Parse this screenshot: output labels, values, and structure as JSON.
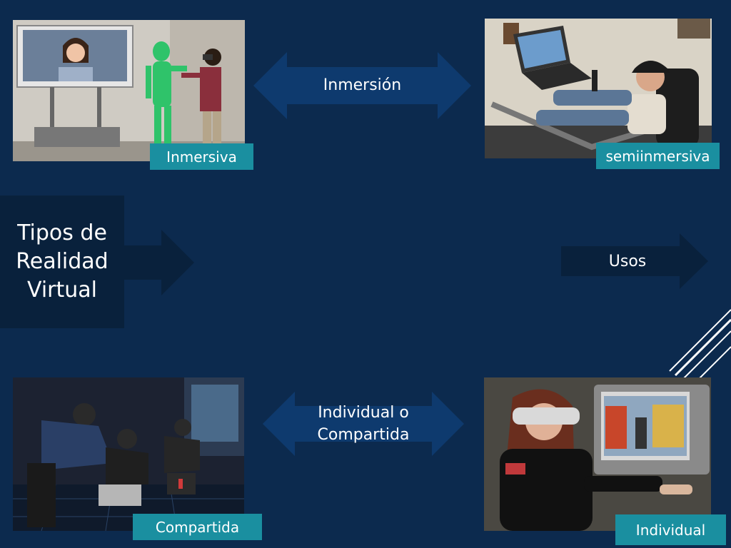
{
  "slide": {
    "title_lines": [
      "Tipos de",
      "Realidad",
      "Virtual"
    ],
    "arrows": {
      "top": "Inmersión",
      "bottom_line1": "Individual o",
      "bottom_line2": "Compartida",
      "right": "Usos"
    },
    "labels": {
      "top_left": "Inmersiva",
      "top_right": "semiinmersiva",
      "bottom_left": "Compartida",
      "bottom_right": "Individual"
    }
  },
  "colors": {
    "background": "#0c2a4e",
    "title_box": "#09213c",
    "arrow": "#0e3a6e",
    "label": "#1a8fa0"
  }
}
